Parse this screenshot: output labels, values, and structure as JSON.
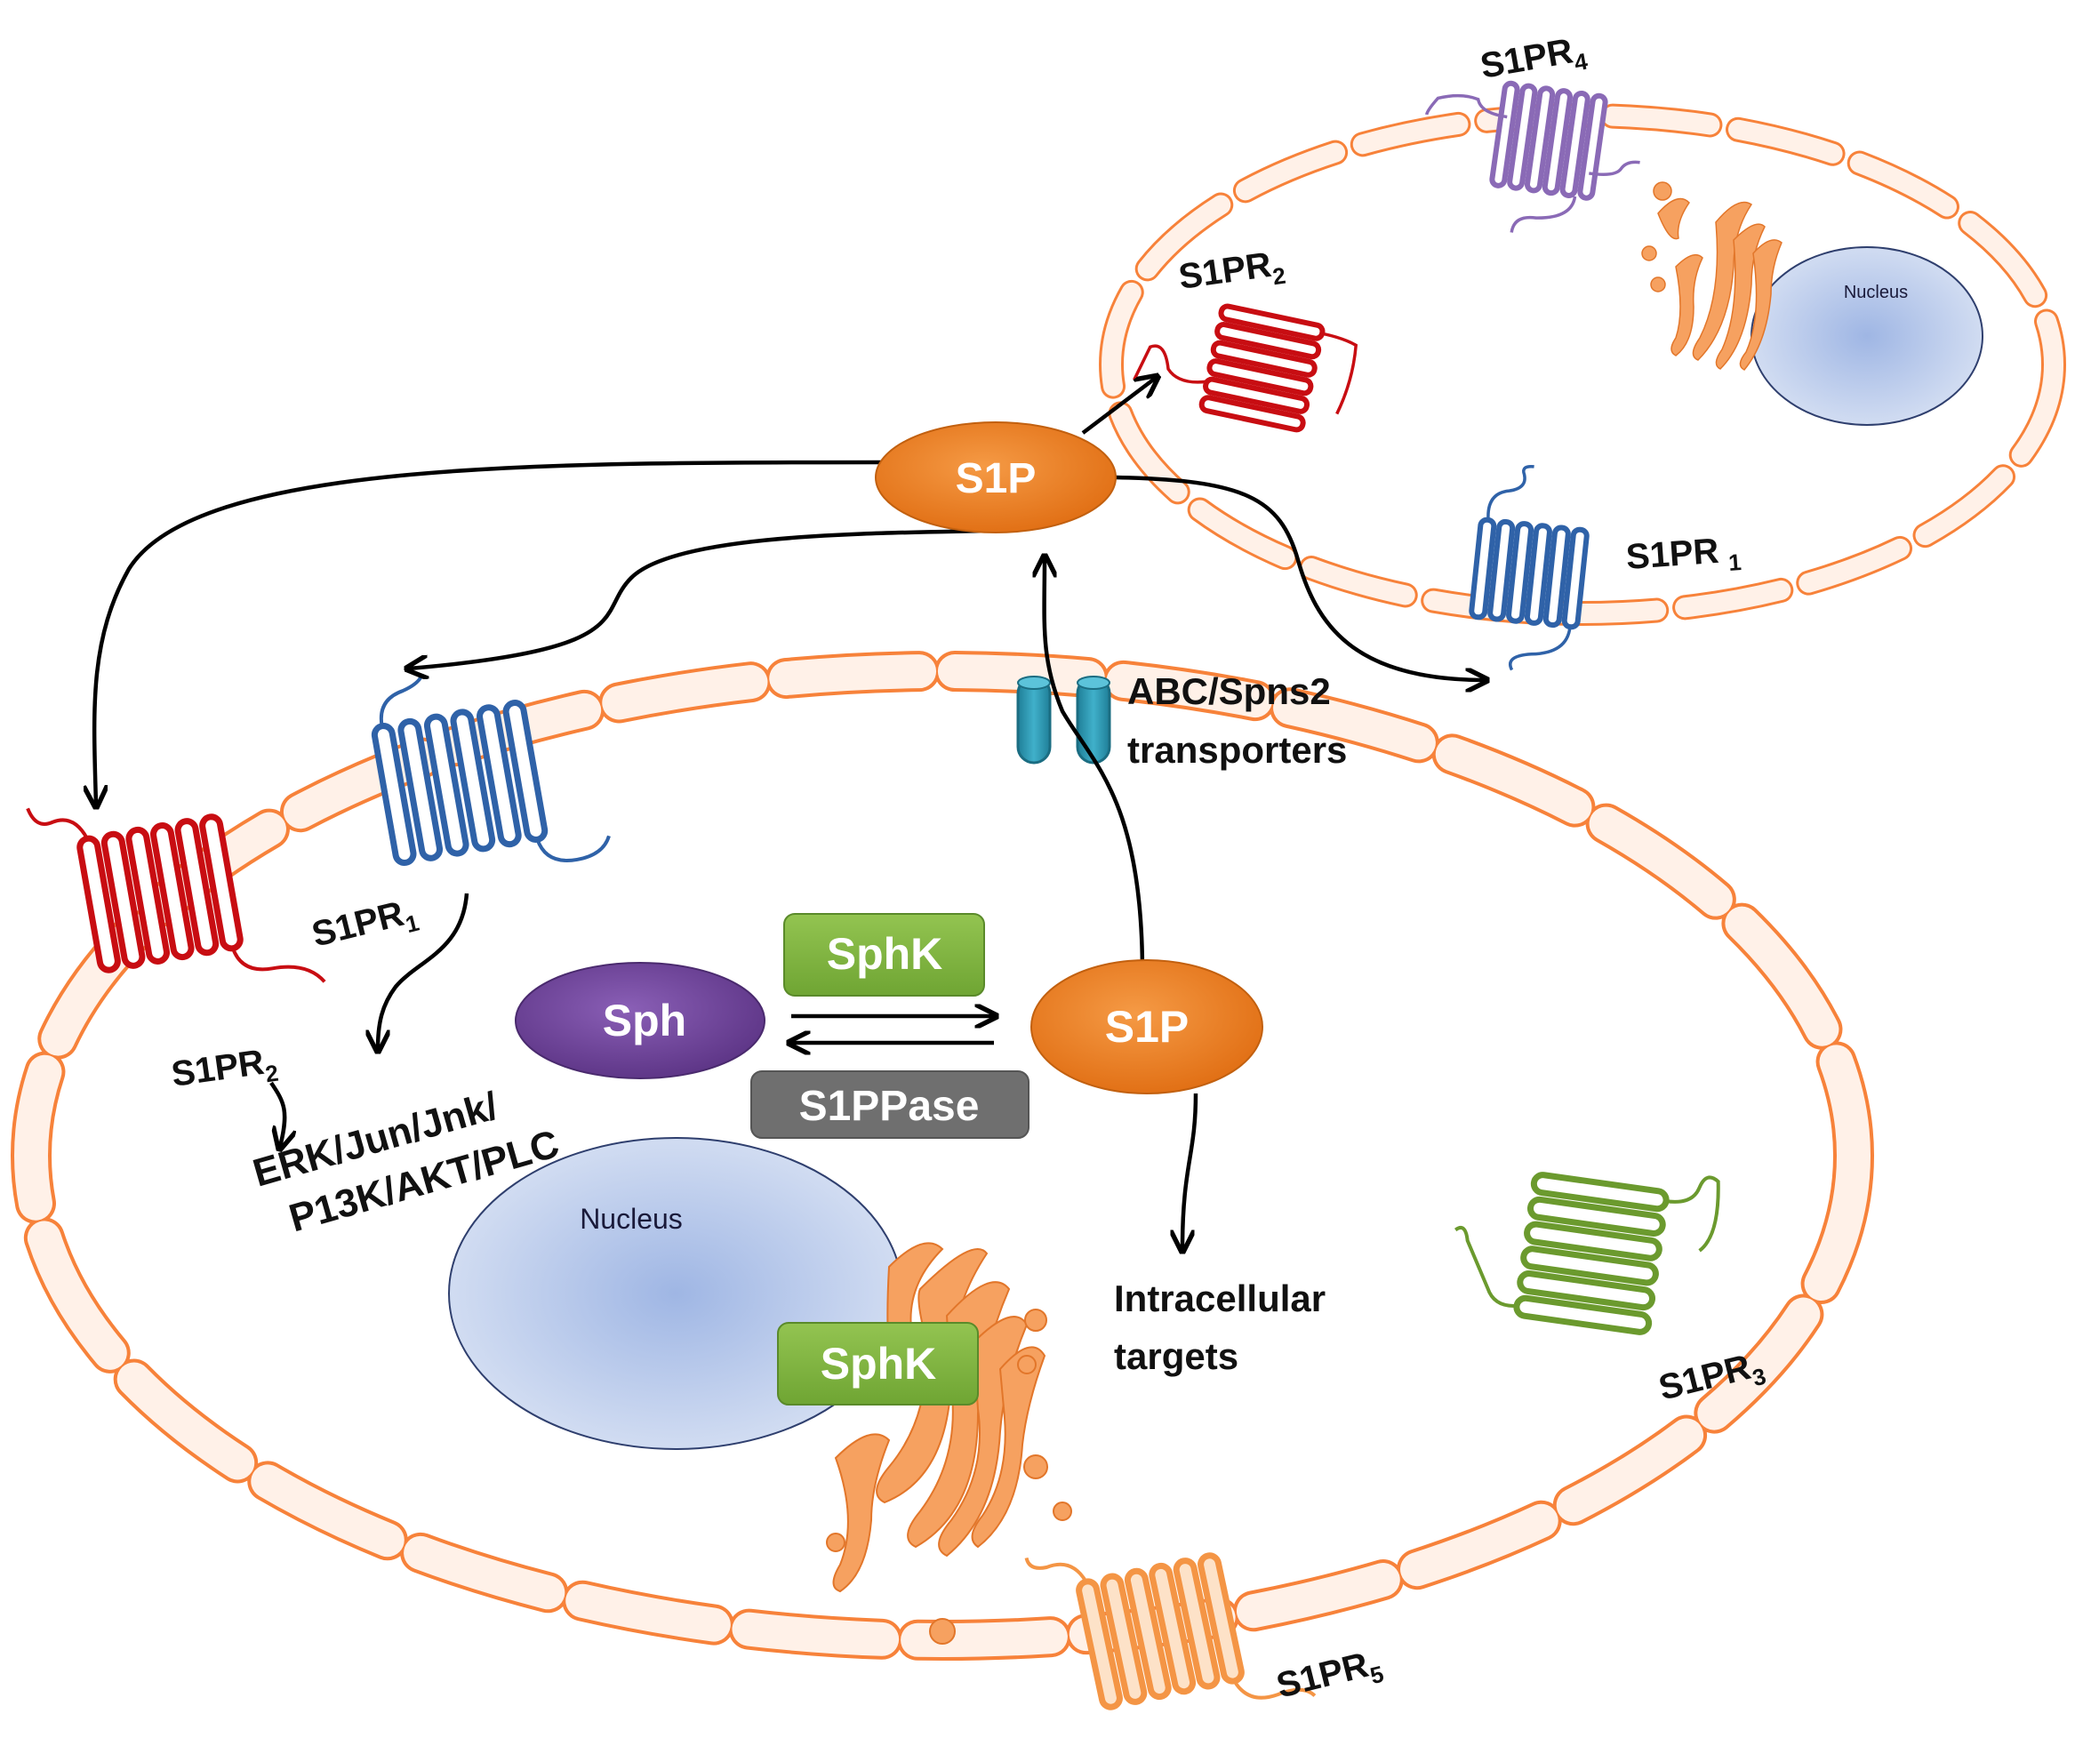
{
  "colors": {
    "membrane": "#f7823a",
    "membrane_fill": "#fff1e8",
    "s1pr1": "#2f62a8",
    "s1pr2": "#c80d12",
    "s1pr3": "#6b9a2e",
    "s1pr4": "#8a6ab6",
    "s1pr5": "#f49545",
    "s1p": "#ee7b22",
    "sph": "#6d4497",
    "sphk": "#7fb53d",
    "s1ppase": "#6f6f6f",
    "nucleus": "#b8c8ea",
    "golgi": "#f6a160",
    "transporter": "#2a9ab5"
  },
  "labels": {
    "s1p_top": "S1P",
    "s1p_inner": "S1P",
    "sph": "Sph",
    "sphk_top": "SphK",
    "sphk_nucleus": "SphK",
    "s1ppase": "S1PPase",
    "transporters_line1": "ABC/Spns2",
    "transporters_line2": "transporters",
    "signaling_line1": "ERK/Jun/Jnk/",
    "signaling_line2": "P13K/AKT/PLC",
    "intracellular_line1": "Intracellular",
    "intracellular_line2": "targets",
    "nucleus_big": "Nucleus",
    "nucleus_small": "Nucleus"
  },
  "receptors": {
    "lower_s1pr1": {
      "base": "S1PR",
      "sub": "1"
    },
    "lower_s1pr2": {
      "base": "S1PR",
      "sub": "2"
    },
    "lower_s1pr3": {
      "base": "S1PR",
      "sub": "3"
    },
    "lower_s1pr5": {
      "base": "S1PR",
      "sub": "5"
    },
    "upper_s1pr1": {
      "base": "S1PR",
      "sub": "1"
    },
    "upper_s1pr2": {
      "base": "S1PR",
      "sub": "2"
    },
    "upper_s1pr4": {
      "base": "S1PR",
      "sub": "4"
    }
  }
}
